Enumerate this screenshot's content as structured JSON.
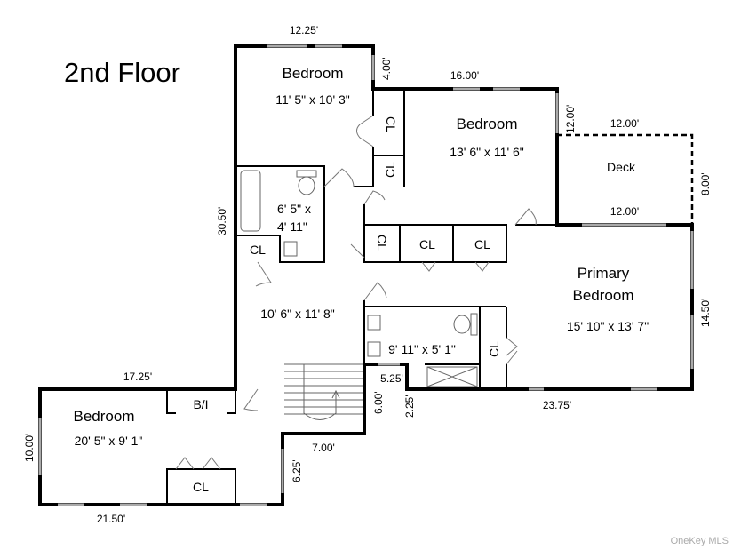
{
  "title": "2nd Floor",
  "rooms": {
    "bedroom_nw": {
      "label": "Bedroom",
      "size": "11' 5\" x 10' 3\""
    },
    "bedroom_n": {
      "label": "Bedroom",
      "size": "13' 6\" x 11' 6\""
    },
    "deck": {
      "label": "Deck"
    },
    "bath_hall": {
      "size_line1": "6' 5\" x",
      "size_line2": "4' 11\""
    },
    "hall": {
      "size": "10' 6\" x 11' 8\""
    },
    "primary": {
      "label_line1": "Primary",
      "label_line2": "Bedroom",
      "size": "15' 10\" x 13' 7\""
    },
    "bath_primary": {
      "size": "9' 11\" x 5' 1\""
    },
    "bedroom_sw": {
      "label": "Bedroom",
      "size": "20' 5\" x 9' 1\""
    }
  },
  "closets": {
    "cl": "CL",
    "bi": "B/I"
  },
  "dimensions": {
    "d1": "12.25'",
    "d2": "4.00'",
    "d3": "16.00'",
    "d4": "12.00'",
    "d5": "12.00'",
    "d6": "8.00'",
    "d7": "12.00'",
    "d8": "30.50'",
    "d9": "14.50'",
    "d10": "17.25'",
    "d11": "5.25'",
    "d12": "6.00'",
    "d13": "2.25'",
    "d14": "23.75'",
    "d15": "7.00'",
    "d16": "10.00'",
    "d17": "6.25'",
    "d18": "21.50'"
  },
  "watermark": "OneKey MLS"
}
